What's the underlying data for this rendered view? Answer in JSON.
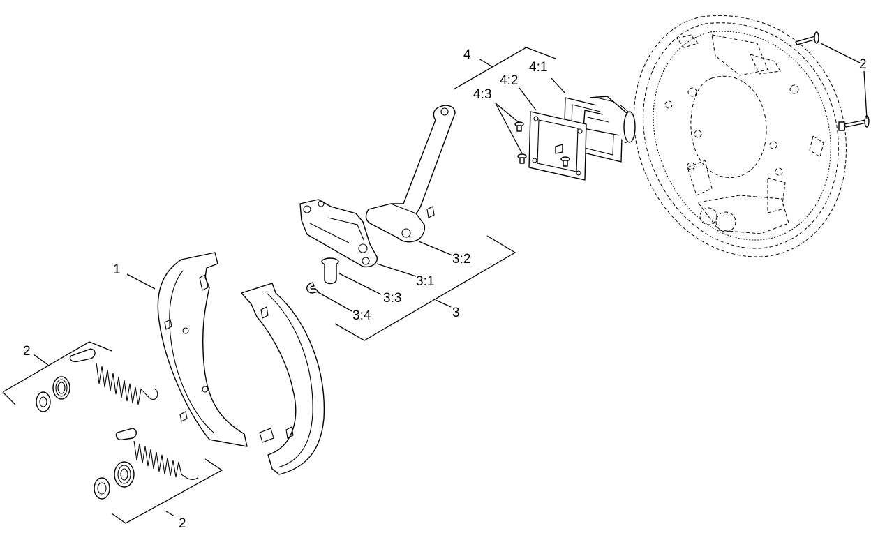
{
  "callouts": {
    "shoe": "1",
    "springs_left_top": "2",
    "springs_left_bottom": "2",
    "bolts_right": "2",
    "lever_assembly": "3",
    "lever_bracket": "3:1",
    "lever_arm": "3:2",
    "lever_pin": "3:3",
    "lever_clip": "3:4",
    "cylinder_assembly": "4",
    "cylinder": "4:1",
    "cylinder_plate": "4:2",
    "cylinder_screws": "4:3"
  }
}
